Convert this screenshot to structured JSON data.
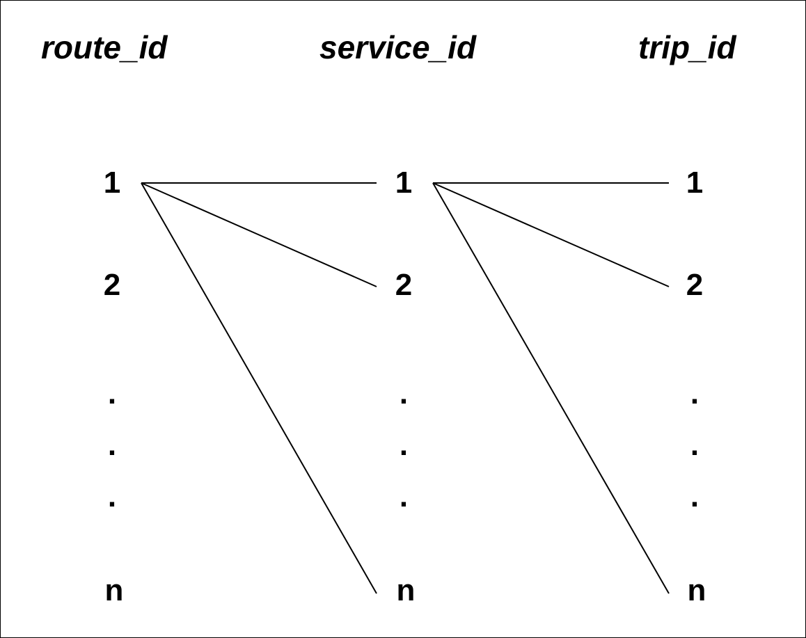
{
  "columns": [
    {
      "id": "route",
      "header": "route_id",
      "items": [
        "1",
        "2",
        ".",
        ".",
        ".",
        "n"
      ]
    },
    {
      "id": "service",
      "header": "service_id",
      "items": [
        "1",
        "2",
        ".",
        ".",
        ".",
        "n"
      ]
    },
    {
      "id": "trip",
      "header": "trip_id",
      "items": [
        "1",
        "2",
        ".",
        ".",
        ".",
        "n"
      ]
    }
  ],
  "connections": [
    {
      "from": "route.1",
      "to": "service.1"
    },
    {
      "from": "route.1",
      "to": "service.2"
    },
    {
      "from": "route.1",
      "to": "service.n"
    },
    {
      "from": "service.1",
      "to": "trip.1"
    },
    {
      "from": "service.1",
      "to": "trip.2"
    },
    {
      "from": "service.1",
      "to": "trip.n"
    }
  ],
  "colors": {
    "line": "#000000",
    "text": "#000000",
    "background": "#ffffff",
    "border": "#000000"
  }
}
